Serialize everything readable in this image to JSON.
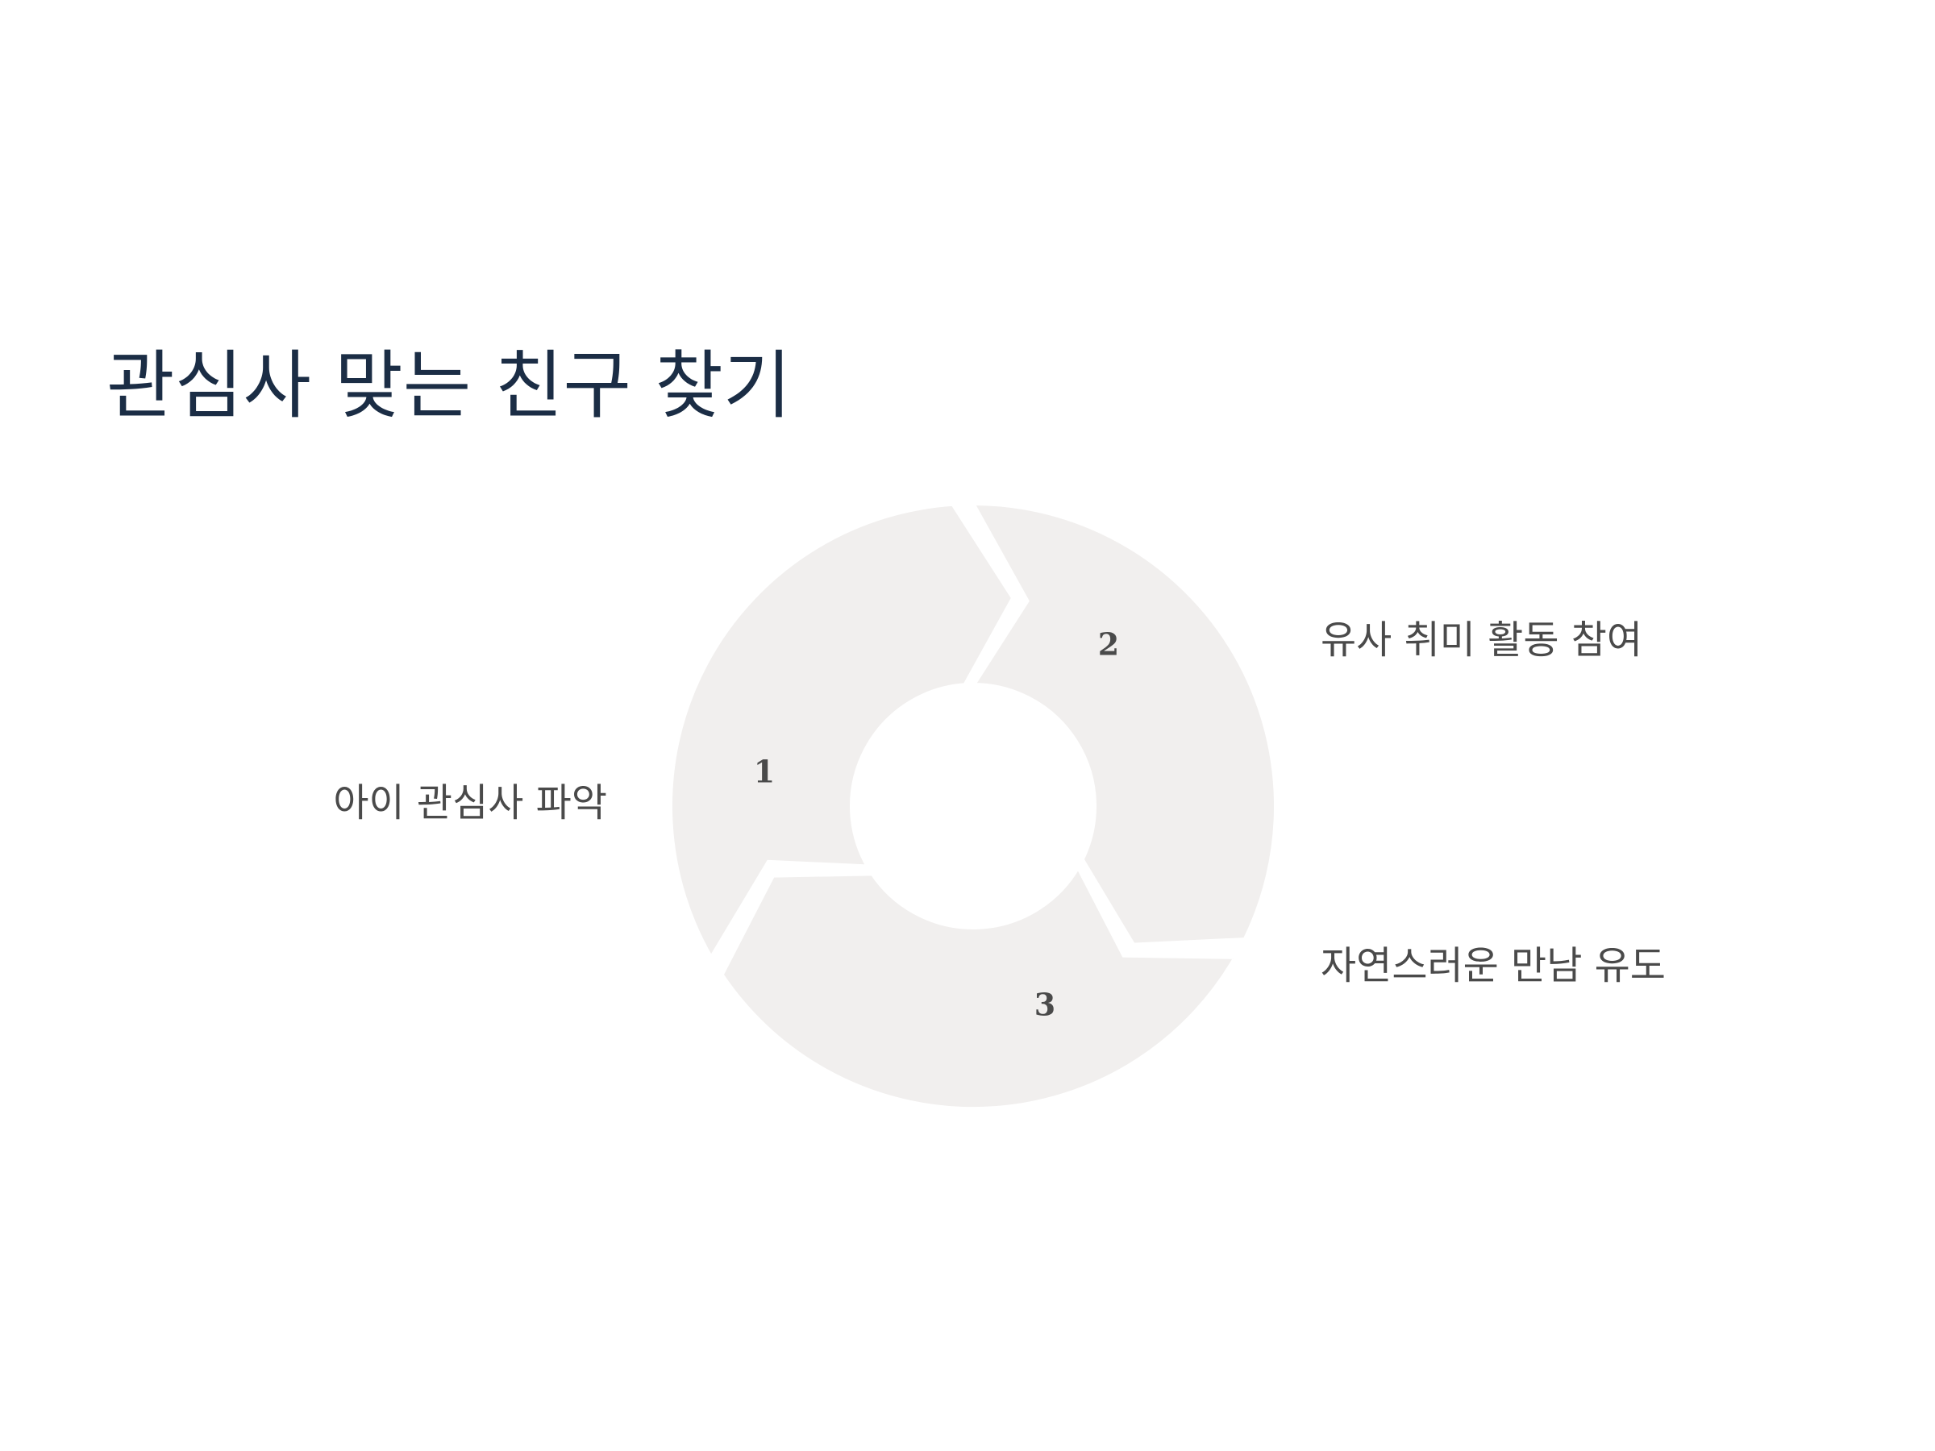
{
  "title": "관심사 맞는 친구 찾기",
  "colors": {
    "title": "#1b2d45",
    "label": "#4a4a4a",
    "segment_fill": "#f1efee",
    "background": "#ffffff"
  },
  "steps": [
    {
      "number": "1",
      "label": "아이 관심사 파악"
    },
    {
      "number": "2",
      "label": "유사 취미 활동 참여"
    },
    {
      "number": "3",
      "label": "자연스러운 만남 유도"
    }
  ]
}
